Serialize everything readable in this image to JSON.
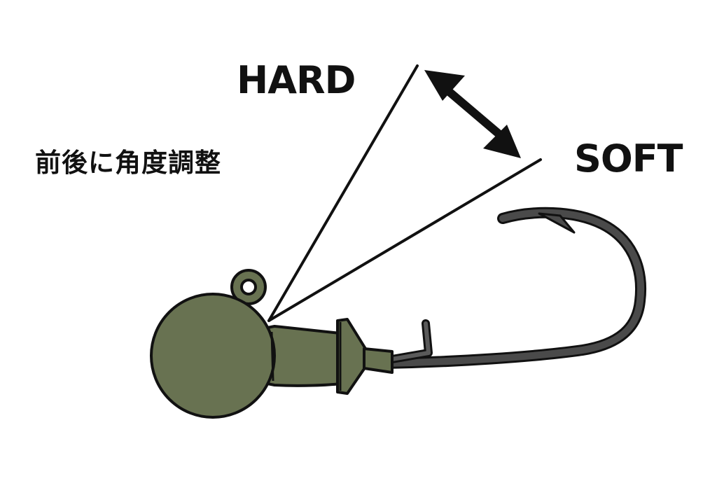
{
  "labels": {
    "hard": "HARD",
    "soft": "SOFT",
    "adjust": "前後に角度調整"
  },
  "colors": {
    "head": "#687251",
    "head_shade": "#5c6647",
    "hook": "#4a4a4a",
    "outline": "#111111",
    "background": "#ffffff"
  }
}
